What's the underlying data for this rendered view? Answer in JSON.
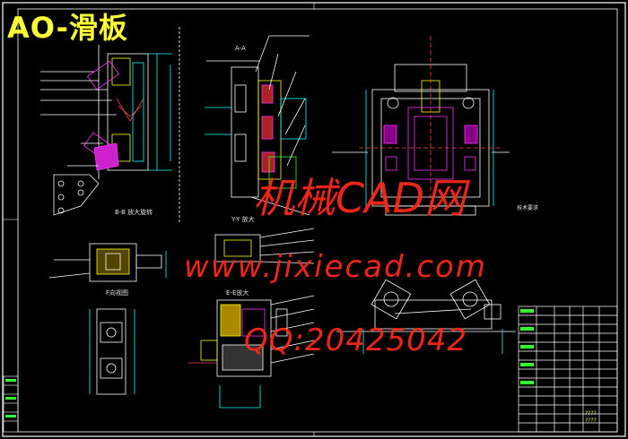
{
  "title": "AO-滑板",
  "watermark": {
    "line1": "机械CAD网",
    "line2": "www.jixiecad.com",
    "line3": "QQ:20425042"
  },
  "view_labels": {
    "section_aa": "A-A",
    "section_bb": "B-B 放大旋转",
    "view_y": "Y-Y 放大",
    "view_e": "E-E放大",
    "view_f": "F向视图"
  },
  "title_block": {
    "cell_a": "????",
    "cell_b": "????"
  },
  "notes_title": "技术要求",
  "colors": {
    "background": "#000000",
    "title": "#ffff33",
    "watermark": "#ff2a1a",
    "frame": "#ffffff",
    "part_magenta": "#ff33ff",
    "part_yellow": "#ffff00",
    "dim_cyan": "#00ffff",
    "part_green": "#33ff33"
  }
}
